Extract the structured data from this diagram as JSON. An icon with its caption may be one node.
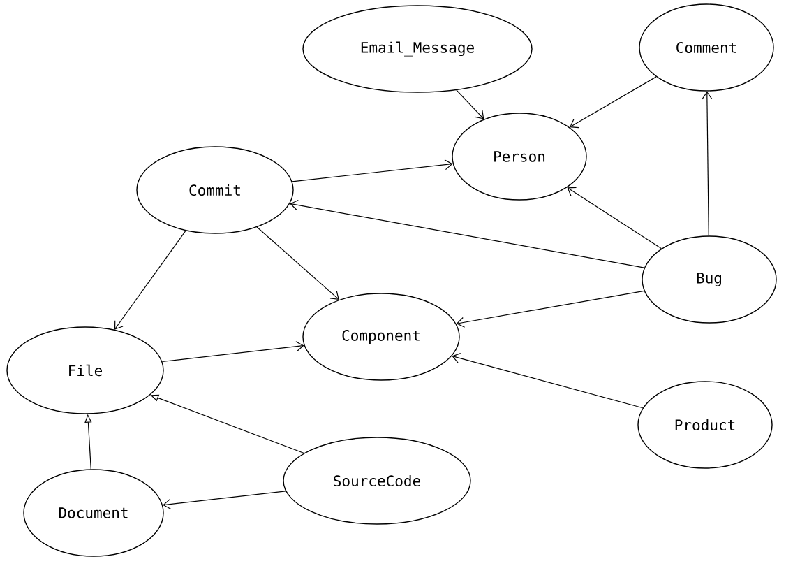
{
  "diagram": {
    "nodes": [
      {
        "text": [
          "Email_Message"
        ]
      },
      {
        "text": [
          "Comment"
        ]
      },
      {
        "text": [
          "Person"
        ]
      },
      {
        "text": [
          "Commit"
        ]
      },
      {
        "text": [
          "Bug"
        ]
      },
      {
        "text": [
          "File"
        ]
      },
      {
        "text": [
          "Component"
        ]
      },
      {
        "text": [
          "Product"
        ]
      },
      {
        "text": [
          "SourceCode"
        ]
      },
      {
        "text": [
          "Document"
        ]
      }
    ],
    "edges": [
      {
        "from": 0,
        "to": 2,
        "arrow": "to"
      },
      {
        "from": 1,
        "to": 2,
        "arrow": "to"
      },
      {
        "from": 3,
        "to": 2,
        "arrow": "to"
      },
      {
        "from": 4,
        "to": 2,
        "arrow": "to"
      },
      {
        "from": 4,
        "to": 1,
        "arrow": "to"
      },
      {
        "from": 4,
        "to": 3,
        "arrow": "to"
      },
      {
        "from": 4,
        "to": 6,
        "arrow": "to"
      },
      {
        "from": 3,
        "to": 5,
        "arrow": "to"
      },
      {
        "from": 3,
        "to": 6,
        "arrow": "to"
      },
      {
        "from": 5,
        "to": 6,
        "arrow": "to"
      },
      {
        "from": 7,
        "to": 6,
        "arrow": "to"
      },
      {
        "from": 8,
        "to": 5,
        "arrow": "to"
      },
      {
        "from": 9,
        "to": 5,
        "arrow": "to"
      },
      {
        "from": 8,
        "to": 9,
        "arrow": "to"
      }
    ]
  }
}
